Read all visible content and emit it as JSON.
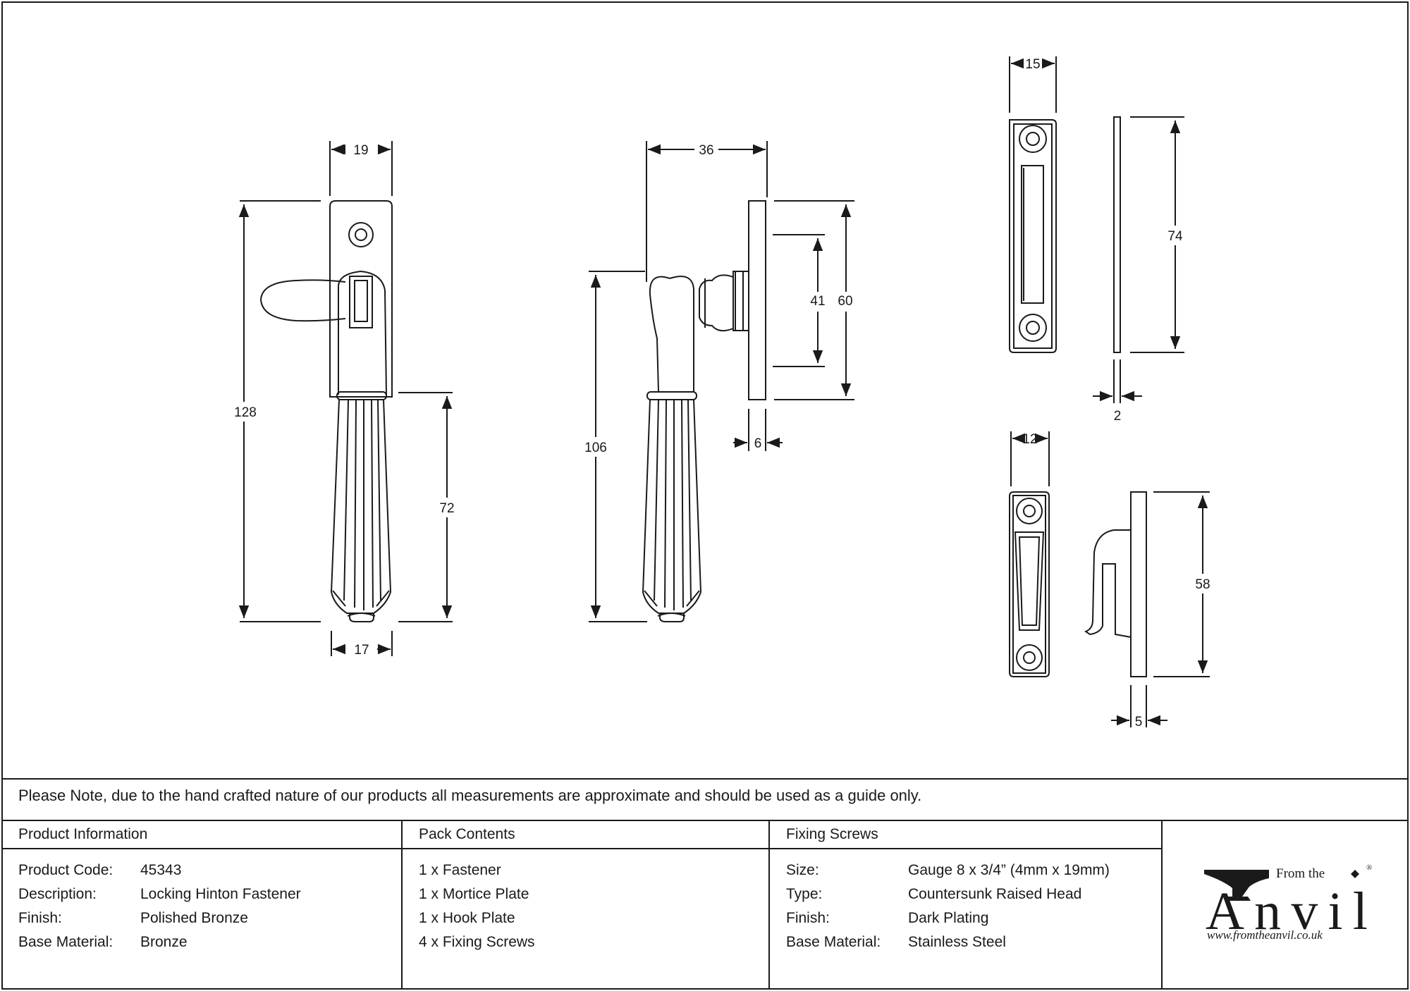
{
  "dimensions": {
    "front_width_top": "19",
    "front_width_bottom": "17",
    "front_height": "128",
    "front_lever": "72",
    "side_depth": "36",
    "side_height": "106",
    "side_plate_inner": "41",
    "side_plate_outer": "60",
    "side_plate_thickness": "6",
    "mortice_width": "15",
    "mortice_height": "74",
    "mortice_thickness": "2",
    "hook_width": "12",
    "hook_height": "58",
    "hook_thickness": "5"
  },
  "note": "Please Note, due to the hand crafted nature of our products all measurements are approximate and should be used as a guide only.",
  "product_info": {
    "title": "Product Information",
    "rows": [
      {
        "label": "Product Code:",
        "value": "45343"
      },
      {
        "label": "Description:",
        "value": "Locking Hinton Fastener"
      },
      {
        "label": "Finish:",
        "value": "Polished Bronze"
      },
      {
        "label": "Base Material:",
        "value": "Bronze"
      }
    ]
  },
  "pack_contents": {
    "title": "Pack Contents",
    "items": [
      "1 x Fastener",
      "1 x Mortice Plate",
      "1 x Hook Plate",
      "4 x Fixing Screws"
    ]
  },
  "fixing_screws": {
    "title": "Fixing Screws",
    "rows": [
      {
        "label": "Size:",
        "value": "Gauge 8 x 3/4” (4mm x 19mm)"
      },
      {
        "label": "Type:",
        "value": "Countersunk Raised Head"
      },
      {
        "label": "Finish:",
        "value": "Dark Plating"
      },
      {
        "label": "Base Material:",
        "value": "Stainless Steel"
      }
    ]
  },
  "logo": {
    "from_the": "From the",
    "anvil": "Anvil",
    "registered": "®",
    "url": "www.fromtheanvil.co.uk"
  }
}
